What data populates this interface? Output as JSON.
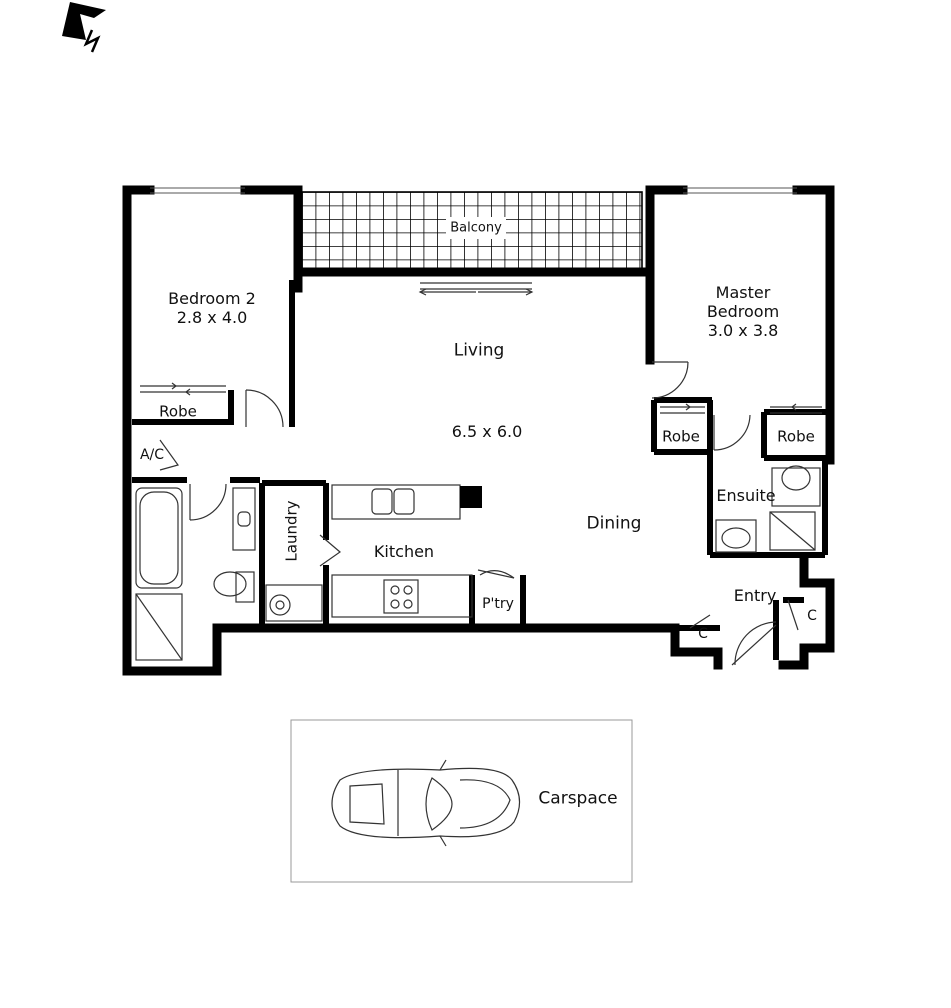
{
  "compass": {
    "label": "N",
    "icon": "north-arrow-icon"
  },
  "rooms": {
    "bedroom2": {
      "name": "Bedroom 2",
      "size": "2.8 x 4.0"
    },
    "bedroom2_robe": "Robe",
    "ac": "A/C",
    "balcony": "Balcony",
    "living": "Living",
    "living_size": "6.5 x 6.0",
    "master": {
      "name_line1": "Master",
      "name_line2": "Bedroom",
      "size": "3.0 x 3.8"
    },
    "master_robe_left": "Robe",
    "master_robe_right": "Robe",
    "ensuite": "Ensuite",
    "laundry": "Laundry",
    "kitchen": "Kitchen",
    "dining": "Dining",
    "pantry": "P'try",
    "entry": "Entry",
    "cupboard_left": "C",
    "cupboard_right": "C",
    "carspace": "Carspace"
  },
  "colors": {
    "wall": "#000000",
    "line": "#333333",
    "background": "#ffffff"
  }
}
